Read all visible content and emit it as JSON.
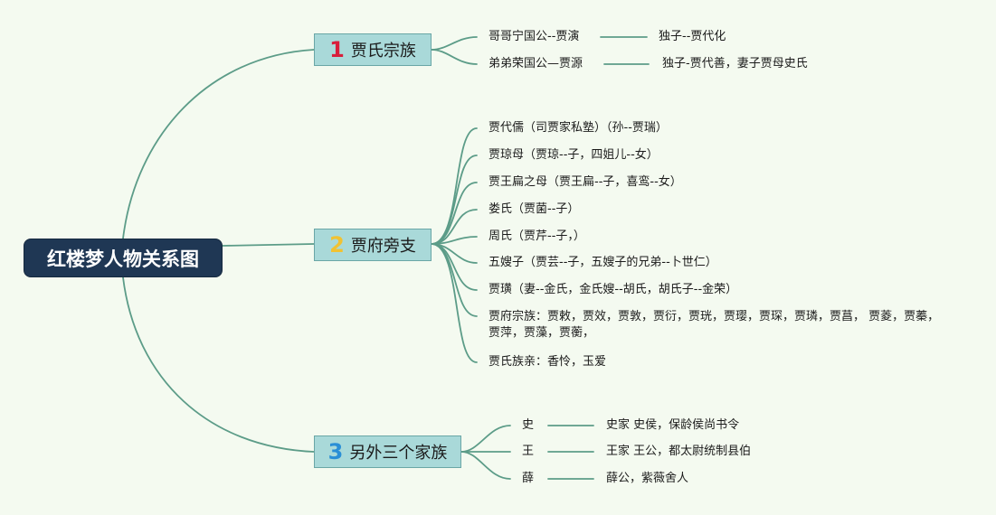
{
  "root": {
    "label": "红楼梦人物关系图"
  },
  "branches": [
    {
      "number": "1",
      "label": "贾氏宗族",
      "color": "#d81e3b",
      "children": [
        {
          "text": "哥哥宁国公--贾演",
          "detail": "独子--贾代化"
        },
        {
          "text": "弟弟荣国公—贾源",
          "detail": "独子-贾代善，妻子贾母史氏"
        }
      ]
    },
    {
      "number": "2",
      "label": "贾府旁支",
      "color": "#f1c232",
      "children": [
        {
          "text": "贾代儒（司贾家私塾）（孙--贾瑞）"
        },
        {
          "text": "贾琼母（贾琼--子，四姐儿--女）"
        },
        {
          "text": "贾王扁之母（贾王扁--子，喜鸾--女）"
        },
        {
          "text": "娄氏（贾菌--子）"
        },
        {
          "text": "周氏（贾芹--子，）"
        },
        {
          "text": "五嫂子（贾芸--子，五嫂子的兄弟--卜世仁）"
        },
        {
          "text": "贾璜（妻--金氏，金氏嫂--胡氏，胡氏子--金荣）"
        },
        {
          "text": "贾府宗族：贾敕，贾效，贾敦，贾衍，贾珖，贾璎，贾琛，贾璘，贾菖，          贾菱，贾蓁，贾萍，贾藻，贾蘅，"
        },
        {
          "text": "贾氏族亲：香怜，玉爱"
        }
      ]
    },
    {
      "number": "3",
      "label": "另外三个家族",
      "color": "#2a8fd6",
      "children": [
        {
          "text": "史",
          "detail": "史家 史侯，保龄侯尚书令"
        },
        {
          "text": "王",
          "detail": "王家 王公，都太尉统制县伯"
        },
        {
          "text": "薛",
          "detail": "薛公，紫薇舍人"
        }
      ]
    }
  ]
}
